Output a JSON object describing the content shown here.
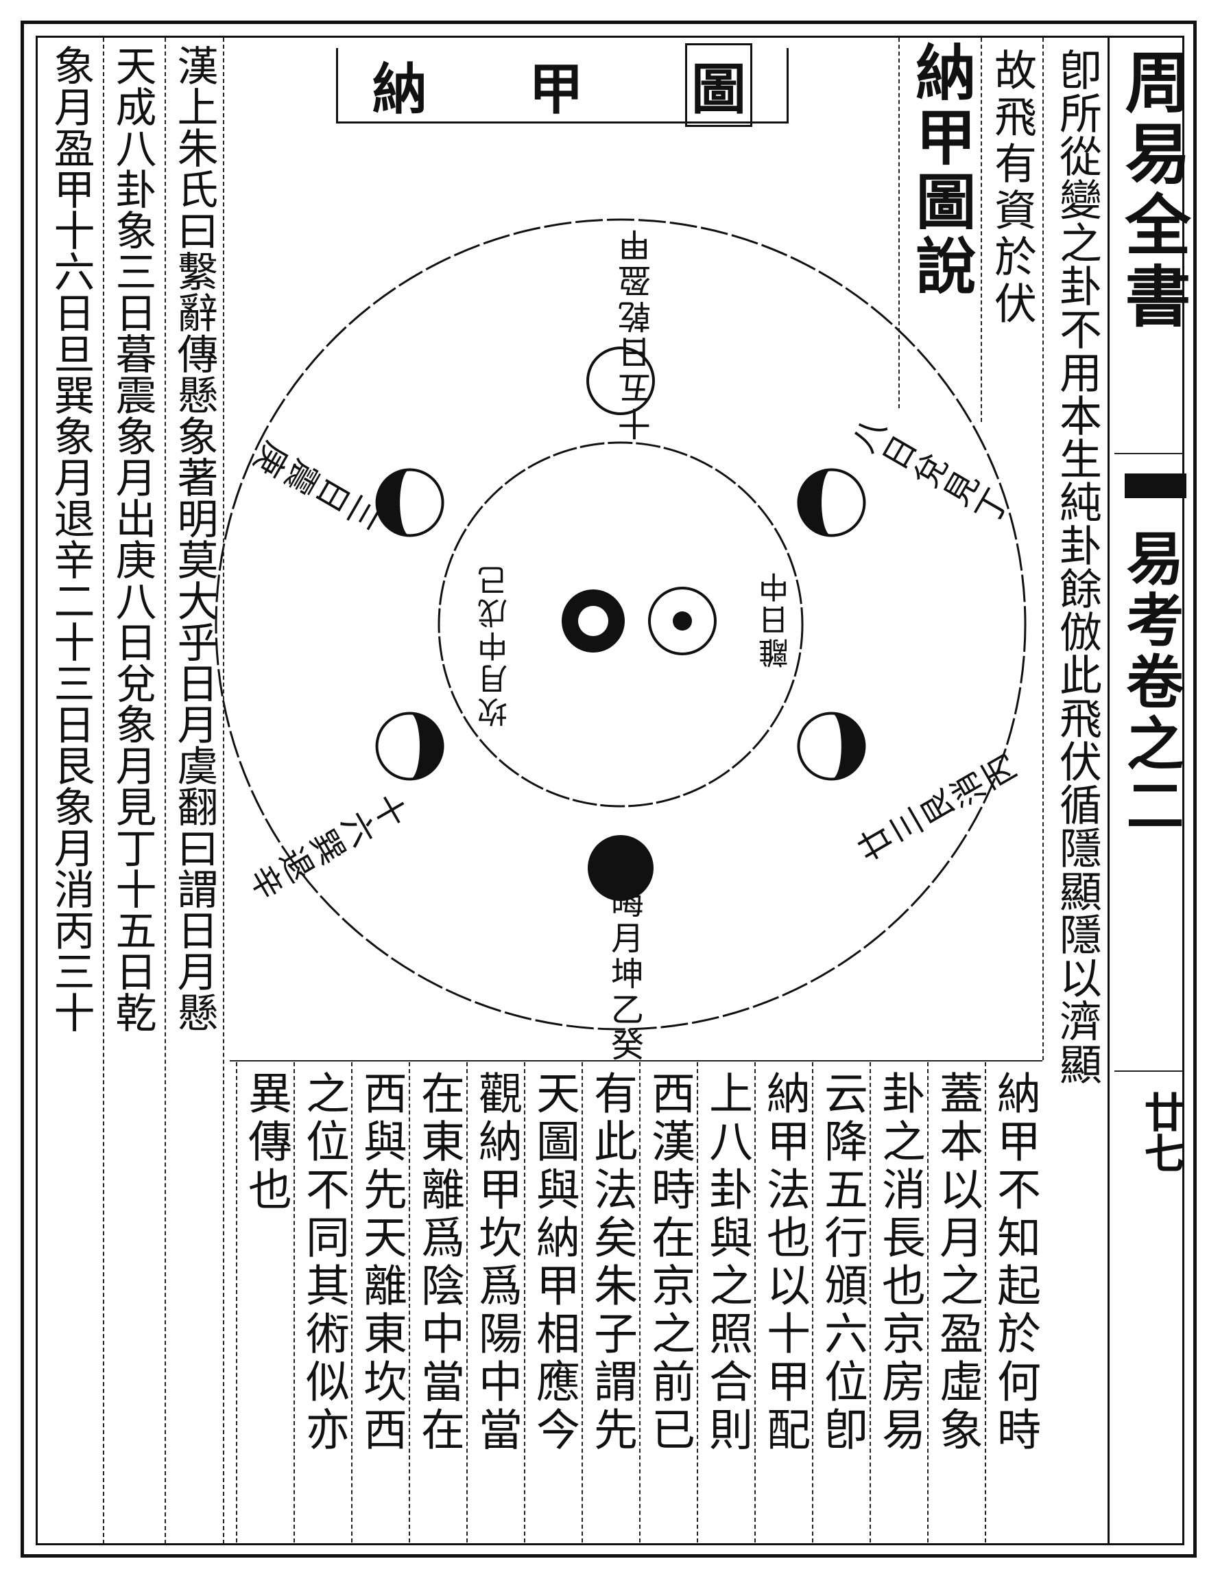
{
  "book_title": "周易全書",
  "volume_title": "易考卷之二",
  "page_number": "廿七",
  "diagram_title": [
    "納",
    "甲",
    "圖"
  ],
  "section_heading": "納甲圖說",
  "right_columns": [
    "卽所從變之卦不用本生純卦餘倣此飛伏循隱顯隱以濟顯",
    "故飛有資於伏"
  ],
  "lower_columns": [
    "納甲不知起於何時",
    "蓋本以月之盈虛象",
    "卦之消長也京房易",
    "云降五行頒六位卽",
    "納甲法也以十甲配",
    "上八卦與之照合則",
    "西漢時在京之前已",
    "有此法矣朱子謂先",
    "天圖與納甲相應今",
    "觀納甲坎爲陽中當",
    "在東離爲陰中當在",
    "西與先天離東坎西",
    "之位不同其術似亦",
    "異傳也"
  ],
  "left_columns": [
    "漢上朱氏曰繫辭傳懸象著明莫大乎日月虞翻曰謂日月懸",
    "天成八卦象三日暮震象月出庚八日兌象月見丁十五日乾",
    "象月盈甲十六日旦巽象月退辛二十三日艮象月消丙三十"
  ],
  "diagram_labels": {
    "top": "十五日乾盈甲",
    "upper_right": "八日兌見丁",
    "right": "廿三艮消丙",
    "bottom": "晦月坤乙癸",
    "lower_left": "十六巽退辛",
    "upper_left": "三日震庚",
    "center_right": "離日中",
    "center_left": "坎月中戊己"
  },
  "colors": {
    "ink": "#111111",
    "paper": "#ffffff"
  }
}
